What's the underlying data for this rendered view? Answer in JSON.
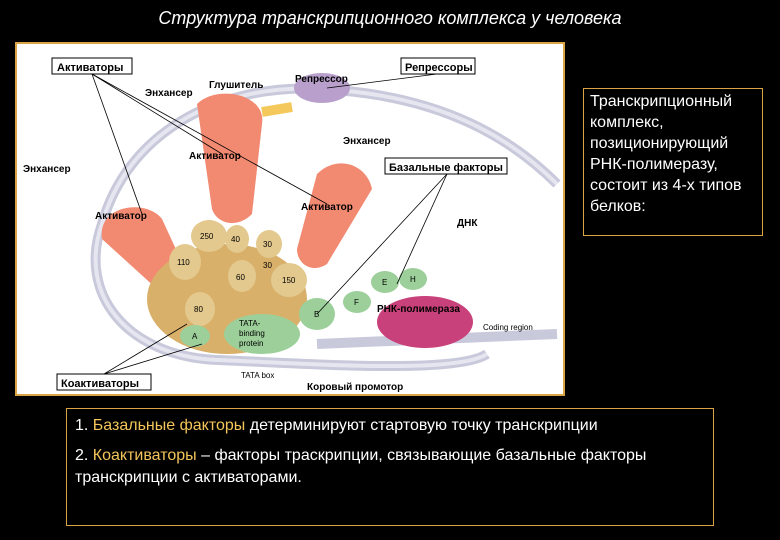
{
  "title": "Структура транскрипционного комплекса у человека",
  "diagram": {
    "labels": {
      "activators_box": "Активаторы",
      "repressors_box": "Репрессоры",
      "enhancer_top": "Энхансер",
      "silencer": "Глушитель",
      "repressor": "Репрессор",
      "enhancer_right": "Энхансер",
      "enhancer_left": "Энхансер",
      "activator_top": "Активатор",
      "activator_left": "Активатор",
      "activator_right": "Активатор",
      "basal_factors_box": "Базальные факторы",
      "dna": "ДНК",
      "rna_polymerase": "РНК-полимераза",
      "coding_region": "Coding region",
      "tata_protein_1": "TATA-",
      "tata_protein_2": "binding",
      "tata_protein_3": "protein",
      "tata_box": "TATA box",
      "core_promoter": "Коровый промотор",
      "coactivators_box": "Коактиваторы"
    },
    "subunits": [
      "250",
      "40",
      "30",
      "110",
      "30",
      "60",
      "150",
      "80",
      "A",
      "B",
      "E",
      "H",
      "F"
    ]
  },
  "info_text": "Транскрипционный комплекс, позиционирующий РНК-полимеразу, состоит из 4-х типов белков:",
  "notes": [
    {
      "num": "1.",
      "term": "Базальные факторы",
      "rest": "детерминируют стартовую точку транскрипции"
    },
    {
      "num": "2.",
      "term": "Коактиваторы",
      "rest": "– факторы траскрипции, связывающие базальные факторы транскрипции с активаторами."
    }
  ],
  "colors": {
    "accent_border": "#d9a441",
    "highlight": "#f3c55a",
    "dna": "#c9c9dc",
    "activator": "#f28a72",
    "coactivator": "#d9b06a",
    "basal": "#9ccf9a",
    "polymerase": "#c8417a"
  }
}
